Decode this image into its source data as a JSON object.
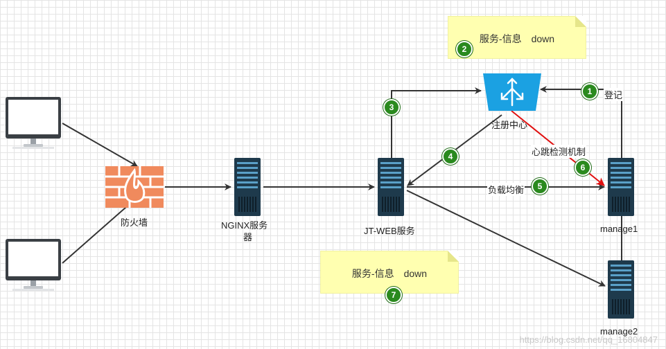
{
  "nodes": {
    "firewall": "防火墙",
    "nginx_line1": "NGINX服务",
    "nginx_line2": "器",
    "jtweb": "JT-WEB服务",
    "registry": "注册中心",
    "manage1": "manage1",
    "manage2": "manage2"
  },
  "edge_labels": {
    "register": "登记",
    "heartbeat": "心跳检测机制",
    "load_balance": "负载均衡"
  },
  "notes": {
    "top": "服务-信息　down",
    "bottom": "服务-信息　down"
  },
  "steps": [
    "1",
    "2",
    "3",
    "4",
    "5",
    "6",
    "7"
  ],
  "watermark": "https://blog.csdn.net/qq_16804847",
  "colors": {
    "arrow": "#333333",
    "heartbeat_arrow": "#e01010",
    "registry": "#1ba1e2",
    "firewall": "#f08a5d",
    "server": "#1e3a4c",
    "note": "#ffffb0",
    "badge": "#2a8a1e"
  }
}
